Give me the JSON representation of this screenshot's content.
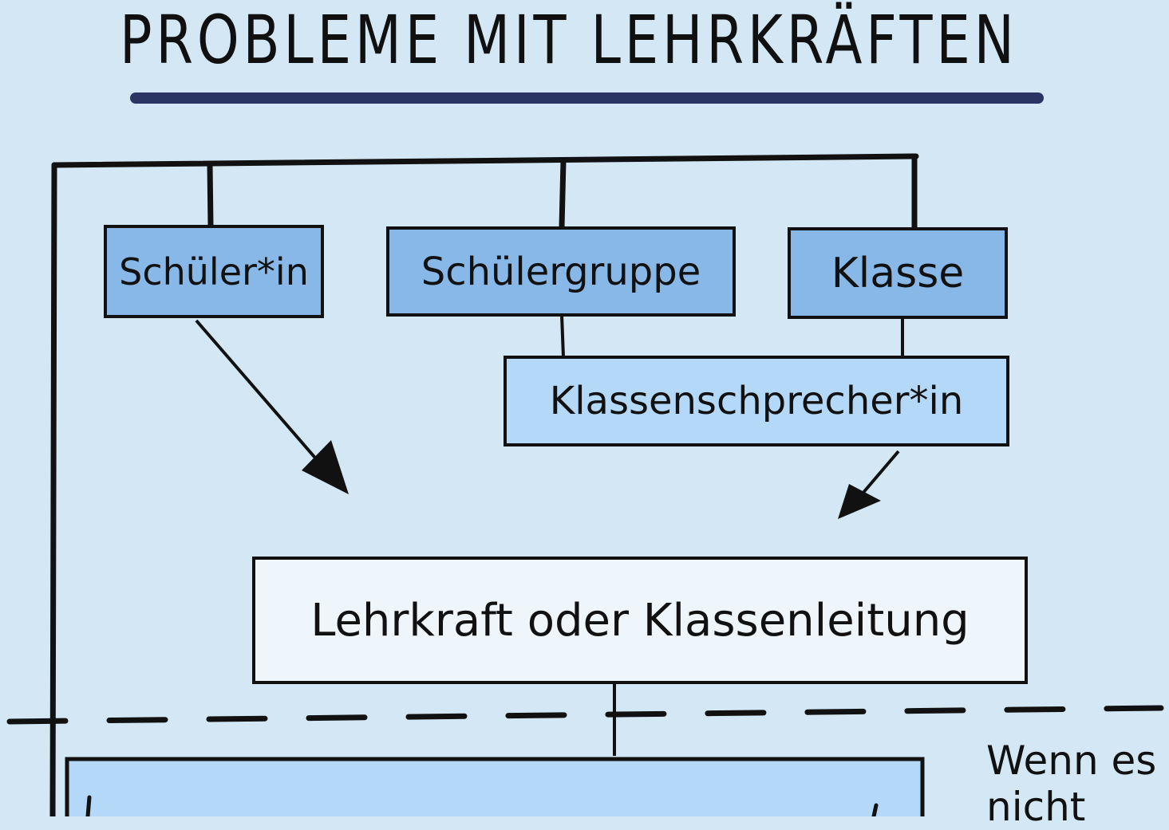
{
  "title": "PROBLEME MIT LEHRKRÄFTEN",
  "nodes": {
    "schuelerin": "Schüler*in",
    "schuelergruppe": "Schülergruppe",
    "klasse": "Klasse",
    "klassensprecherin": "Klassenschprecher*in",
    "lehrkraft": "Lehrkraft oder Klassenleitung"
  },
  "side_note": "Wenn es nicht",
  "colors": {
    "background": "#d3e8f4",
    "title_underline": "#2a3563",
    "box_dark": "#88b8e8",
    "box_light": "#b4d8f8",
    "box_white": "#eef6fb",
    "ink": "#111111"
  }
}
